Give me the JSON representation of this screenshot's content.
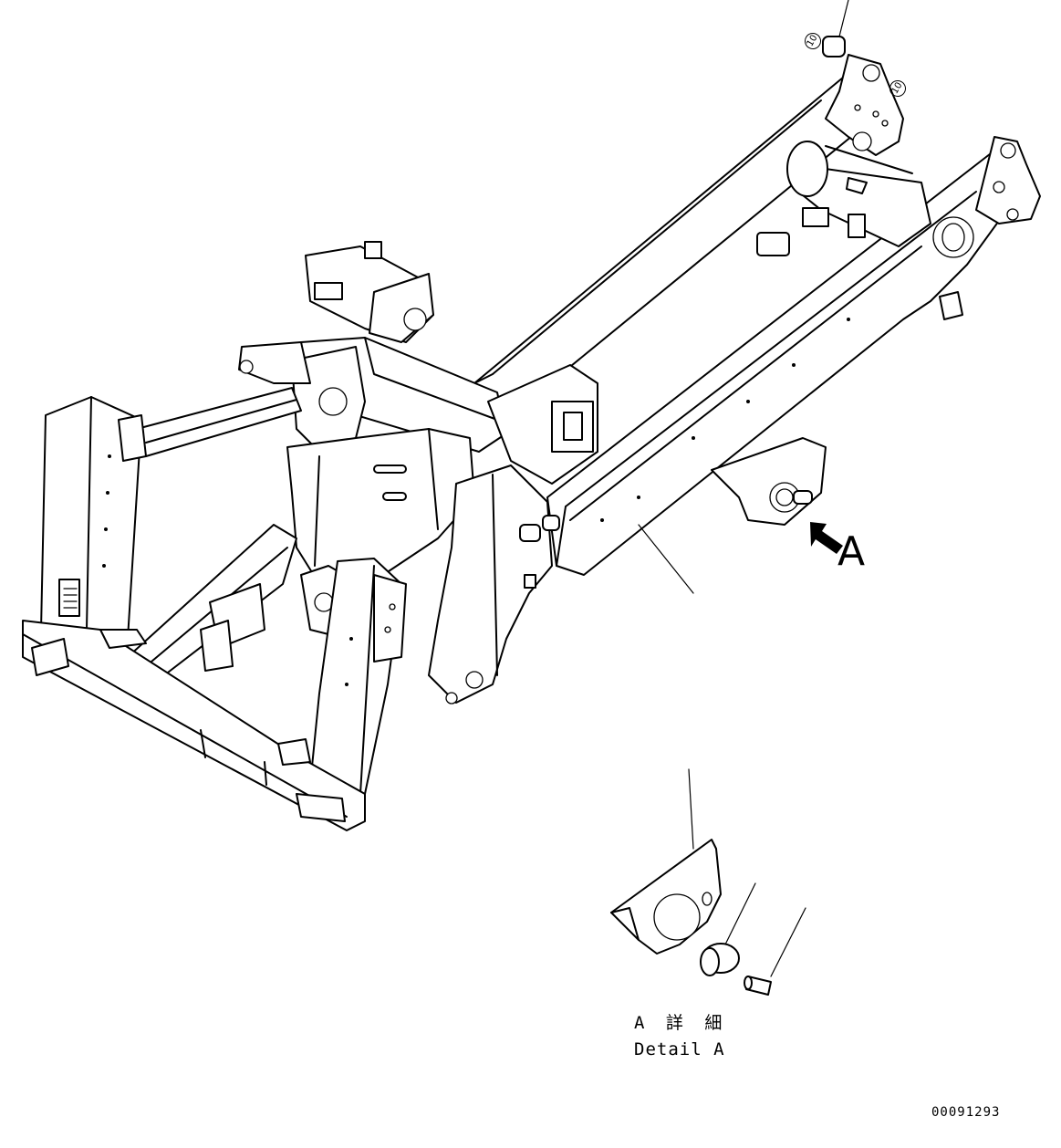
{
  "view_label": "A",
  "detail_label_jp": "A 詳 細",
  "detail_label_en": "Detail A",
  "drawing_number": "00091293",
  "callouts": [
    "10",
    "10"
  ]
}
